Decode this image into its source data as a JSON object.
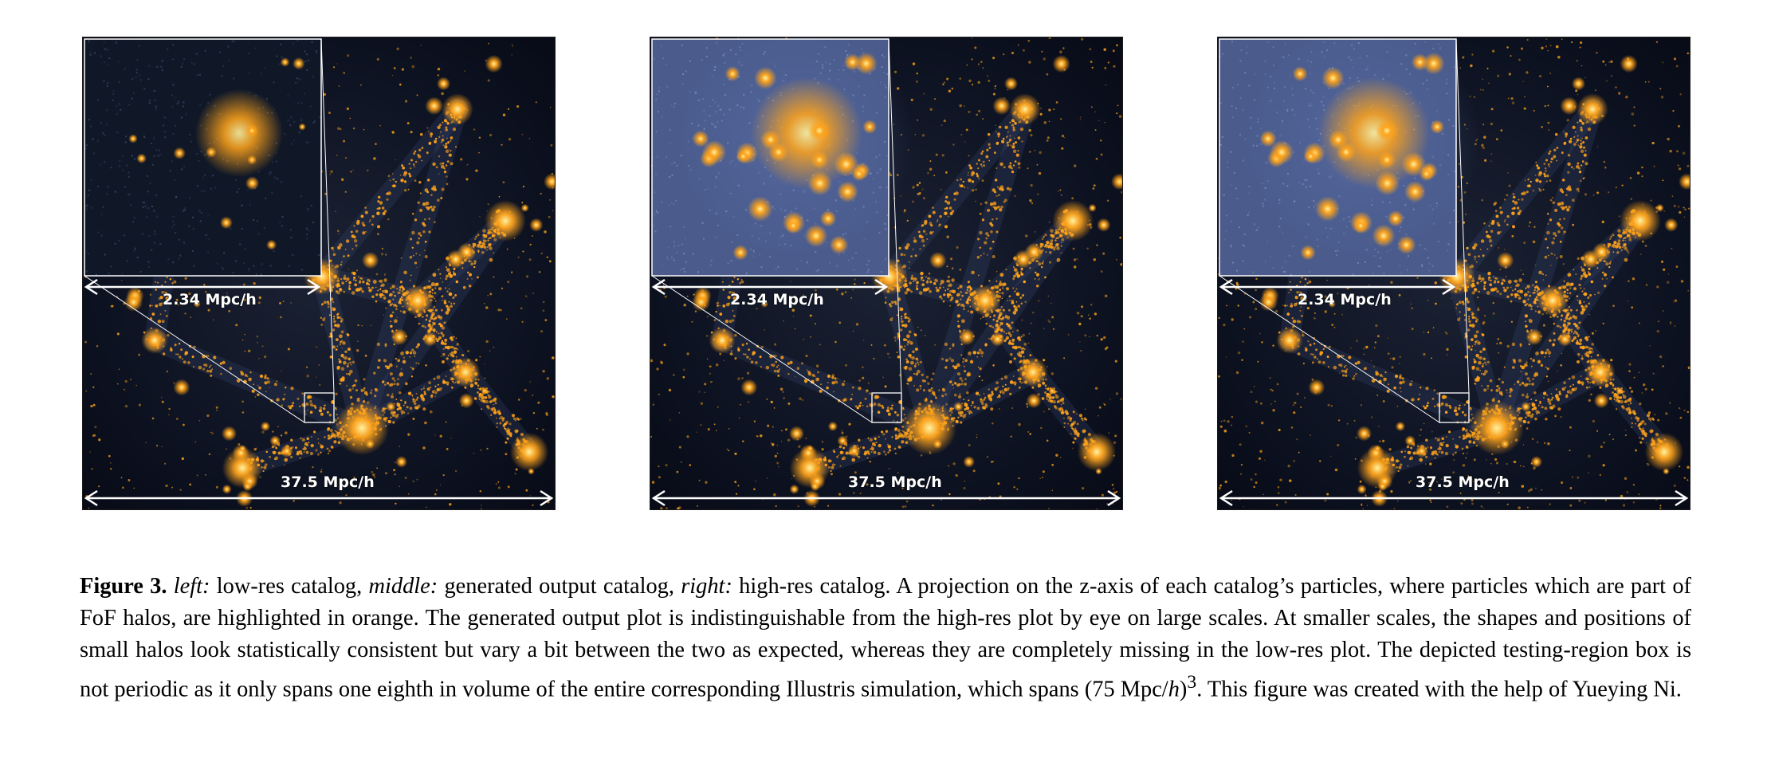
{
  "panels": [
    {
      "id": "left",
      "variant": "low-res",
      "zoom_scale_label": "2.34 Mpc/h",
      "box_scale_label": "37.5 Mpc/h"
    },
    {
      "id": "middle",
      "variant": "generated",
      "zoom_scale_label": "2.34 Mpc/h",
      "box_scale_label": "37.5 Mpc/h"
    },
    {
      "id": "right",
      "variant": "high-res",
      "zoom_scale_label": "2.34 Mpc/h",
      "box_scale_label": "37.5 Mpc/h"
    }
  ],
  "colors": {
    "background": "#0c1120",
    "halo_orange": "#ffa31a",
    "halo_core": "#fff2a0",
    "inset_blue_lowres": "#101828",
    "inset_blue_hires": "#4a5b8c"
  },
  "caption": {
    "figure_label": "Figure 3.",
    "left_tag": "left:",
    "left_text": " low-res catalog, ",
    "middle_tag": "middle:",
    "middle_text": " generated output catalog, ",
    "right_tag": "right:",
    "right_text": " high-res catalog. A projection on the z-axis of each catalog’s particles, where particles which are part of FoF halos, are highlighted in orange. The generated output plot is indistinguishable from the high-res plot by eye on large scales. At smaller scales, the shapes and positions of small halos look statistically consistent but vary a bit between the two as expected, whereas they are completely missing in the low-res plot. The depicted testing-region box is not periodic as it only spans one eighth in volume of the entire corresponding Illustris simulation, which spans ",
    "formula_base": "(75 Mpc/",
    "formula_h": "h",
    "formula_close": ")",
    "formula_exp": "3",
    "closing_text": ". This figure was created with the help of Yueying Ni."
  }
}
